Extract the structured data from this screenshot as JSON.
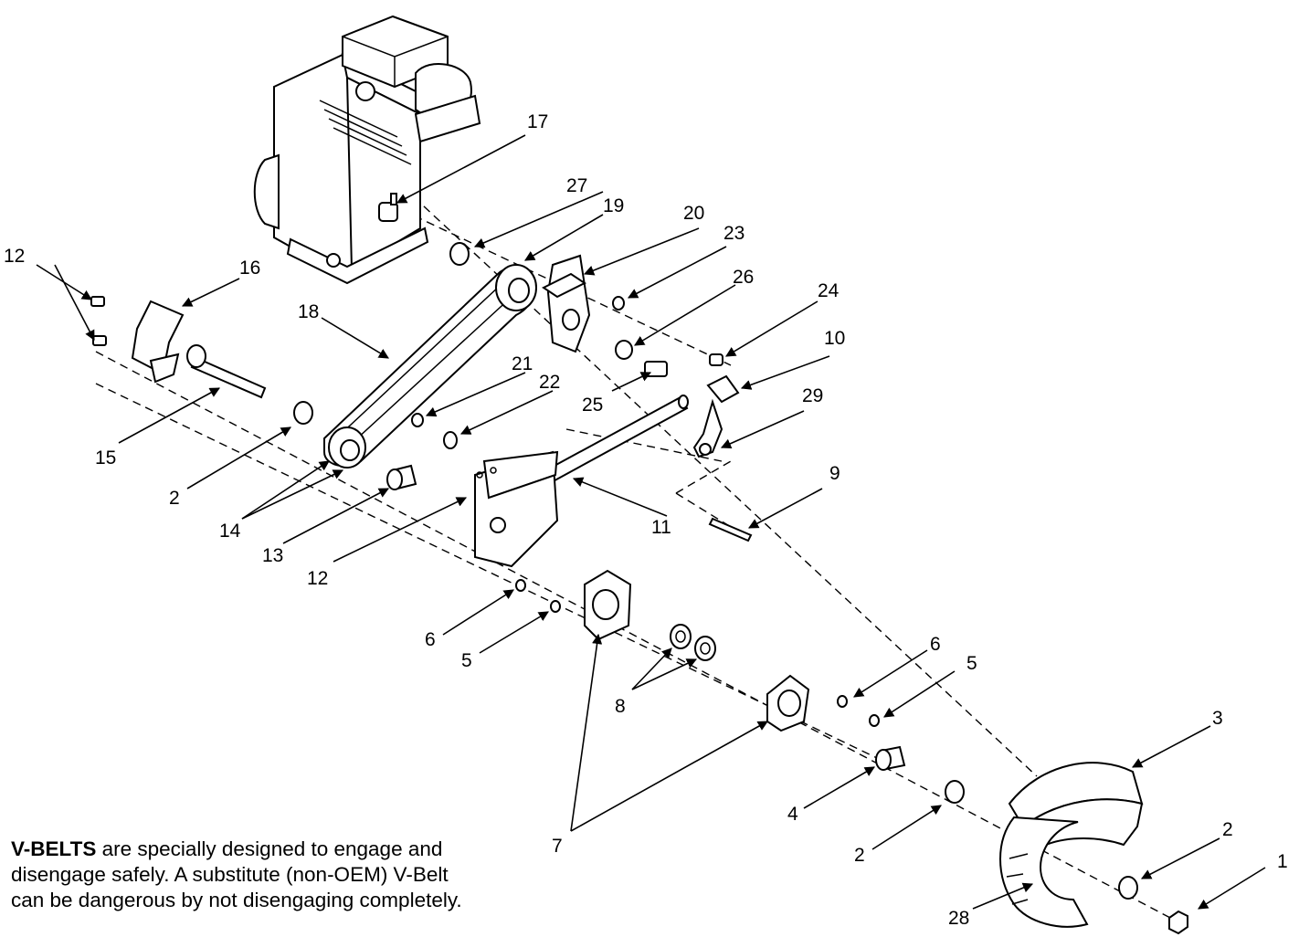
{
  "labels": {
    "l1": "1",
    "l2a": "2",
    "l2b": "2",
    "l2c": "2",
    "l3": "3",
    "l4": "4",
    "l5a": "5",
    "l5b": "5",
    "l6a": "6",
    "l6b": "6",
    "l7": "7",
    "l8": "8",
    "l9": "9",
    "l10": "10",
    "l11": "11",
    "l12a": "12",
    "l12b": "12",
    "l13": "13",
    "l14": "14",
    "l15": "15",
    "l16": "16",
    "l17": "17",
    "l18": "18",
    "l19": "19",
    "l20": "20",
    "l21": "21",
    "l22": "22",
    "l23": "23",
    "l24": "24",
    "l25": "25",
    "l26": "26",
    "l27": "27",
    "l28": "28",
    "l29": "29"
  },
  "note": {
    "bold": "V-BELTS",
    "line1": " are specially designed to engage and",
    "line2": "disengage safely. A substitute (non-OEM) V-Belt",
    "line3": "can be dangerous by not disengaging completely."
  }
}
